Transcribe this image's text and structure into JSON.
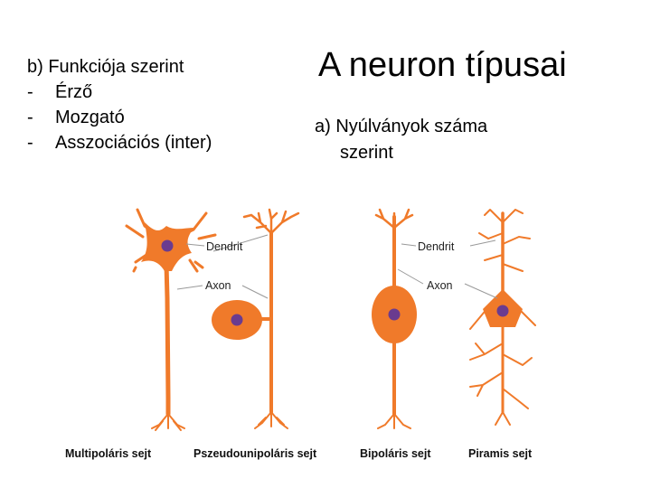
{
  "left": {
    "heading": "b) Funkciója szerint",
    "items": [
      {
        "dash": "-",
        "text": "Érző"
      },
      {
        "dash": "-",
        "text": "Mozgató"
      },
      {
        "dash": "-",
        "text": "Asszociációs (inter)"
      }
    ]
  },
  "title": "A neuron típusai",
  "subtitle": {
    "line1": "a) Nyúlványok száma",
    "line2": "szerint"
  },
  "diagram": {
    "labels": {
      "dendrit_1": "Dendrit",
      "axon_1": "Axon",
      "dendrit_2": "Dendrit",
      "axon_2": "Axon"
    },
    "captions": {
      "multipolar": "Multipoláris sejt",
      "pseudounipolar": "Pszeudounipoláris sejt",
      "bipolar": "Bipoláris sejt",
      "pyramidal": "Piramis sejt"
    }
  },
  "colors": {
    "neuron": "#f07a2a",
    "neuron_dark": "#d85f14",
    "nucleus": "#6a3b8f",
    "label_line": "#999999"
  }
}
